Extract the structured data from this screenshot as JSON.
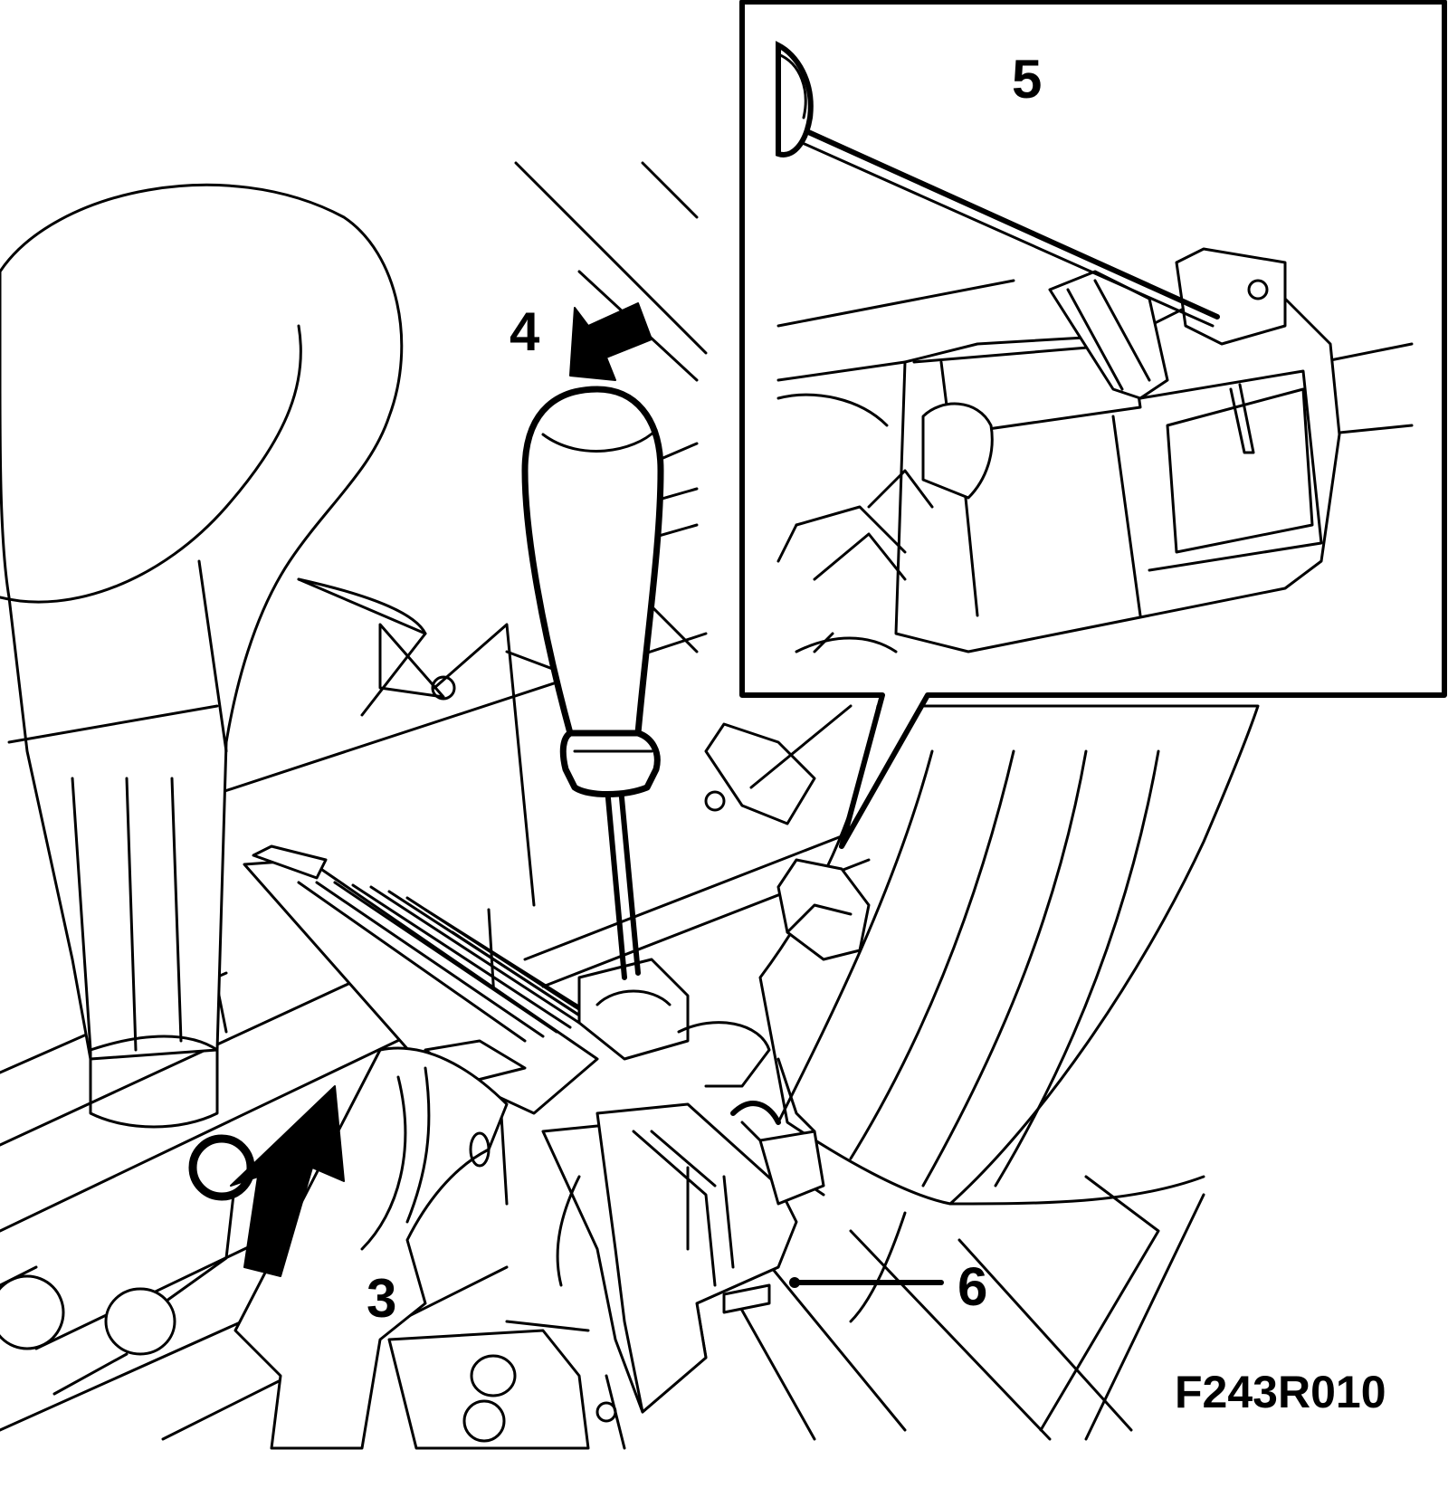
{
  "labels": {
    "callout_3": "3",
    "callout_4": "4",
    "callout_5": "5",
    "callout_6": "6"
  },
  "figure_id": "F243R010",
  "colors": {
    "line": "#000000",
    "background": "#ffffff"
  }
}
